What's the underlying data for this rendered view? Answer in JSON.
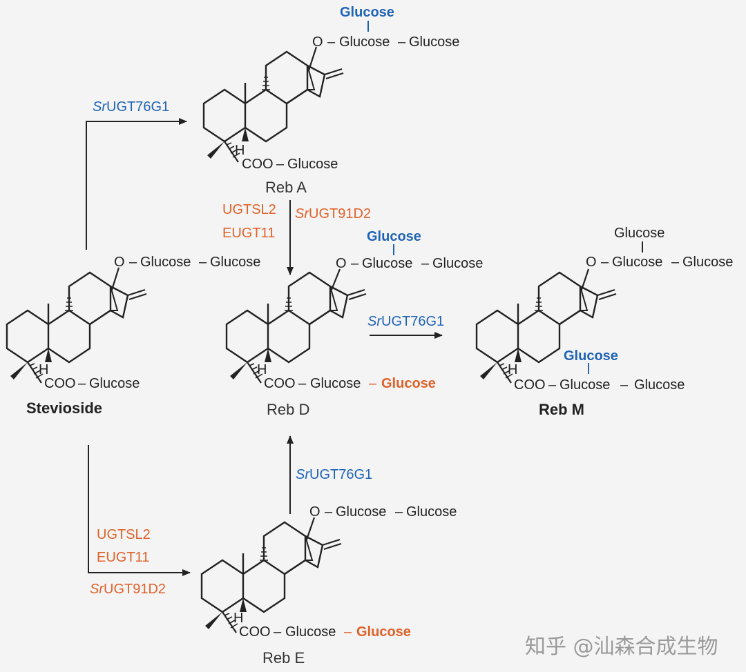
{
  "compounds": {
    "stevioside": {
      "name": "Stevioside",
      "top_chain": {
        "o": "O",
        "g1": "Glucose",
        "g2": "Glucose"
      },
      "ester": {
        "h": "H",
        "coo": "COO",
        "g1": "Glucose"
      }
    },
    "reb_a": {
      "name": "Reb A",
      "top_chain": {
        "o": "O",
        "g_branch": "Glucose",
        "g1": "Glucose",
        "g2": "Glucose"
      },
      "ester": {
        "h": "H",
        "coo": "COO",
        "g1": "Glucose"
      }
    },
    "reb_d": {
      "name": "Reb D",
      "top_chain": {
        "o": "O",
        "g_branch": "Glucose",
        "g1": "Glucose",
        "g2": "Glucose"
      },
      "ester": {
        "h": "H",
        "coo": "COO",
        "g1": "Glucose",
        "g2": "Glucose"
      }
    },
    "reb_m": {
      "name": "Reb M",
      "top_chain": {
        "o": "O",
        "g_branch": "Glucose",
        "g1": "Glucose",
        "g2": "Glucose"
      },
      "ester": {
        "h": "H",
        "coo": "COO",
        "g_branch": "Glucose",
        "g1": "Glucose",
        "g2": "Glucose"
      }
    },
    "reb_e": {
      "name": "Reb E",
      "top_chain": {
        "o": "O",
        "g1": "Glucose",
        "g2": "Glucose"
      },
      "ester": {
        "h": "H",
        "coo": "COO",
        "g1": "Glucose",
        "g2": "Glucose"
      }
    }
  },
  "enzymes": {
    "stev_to_rebA": {
      "prefix": "Sr",
      "rest": "UGT76G1"
    },
    "rebA_to_rebD": {
      "left1": "UGTSL2",
      "left2": "EUGT11",
      "right_prefix": "Sr",
      "right_rest": "UGT91D2"
    },
    "rebD_to_rebM": {
      "prefix": "Sr",
      "rest": "UGT76G1"
    },
    "rebE_to_rebD": {
      "prefix": "Sr",
      "rest": "UGT76G1"
    },
    "stev_to_rebE": {
      "line1": "UGTSL2",
      "line2": "EUGT11",
      "line3_prefix": "Sr",
      "line3_rest": "UGT91D2"
    }
  },
  "watermark": "知乎 @汕森合成生物",
  "colors": {
    "blue": "#1f63b5",
    "orange": "#e0622a",
    "ink": "#222222",
    "background": "#f4f4f4"
  }
}
